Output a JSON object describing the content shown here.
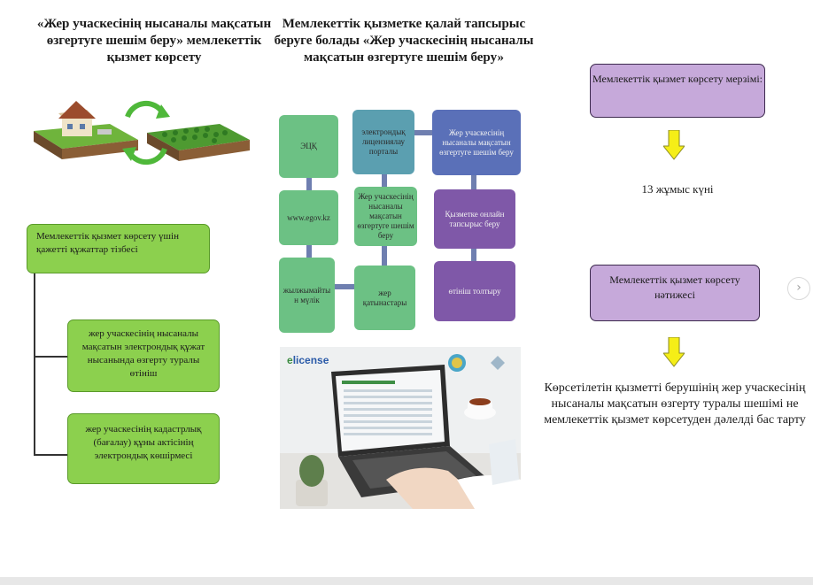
{
  "left": {
    "title": "«Жер учаскесінің нысаналы мақсатын өзгертуге шешім беру» мемлекеттік қызмет көрсету",
    "docs_box": "Мемлекеттік қызмет көрсету үшін қажетті құжаттар тізбесі",
    "doc_items": [
      "жер учаскесінің нысаналы мақсатын электрондық құжат нысанында өзгерту туралы өтініш",
      "жер учаскесінің кадастрлық (бағалау) құны актісінің электрондық көшірмесі"
    ]
  },
  "middle": {
    "title": "Мемлекеттік қызметке қалай тапсырыс беруге болады «Жер учаскесінің нысаналы мақсатын өзгертуге шешім беру»",
    "tiles": {
      "ecq": "ЭЦҚ",
      "egov": "www.egov.kz",
      "property": "жылжымайты н мүлік",
      "license_portal": "электрондық лицензиялау порталы",
      "service_center": "Жер учаскесінің нысаналы мақсатын өзгертуге шешім беру",
      "land_users": "жер қатынастары",
      "service_top": "Жер учаскесінің нысаналы мақсатын өзгертуге шешім беру",
      "order_online": "Қызметке онлайн тапсырыс беру",
      "fill_application": "өтініш толтыру"
    },
    "photo": {
      "logo": "elicense",
      "logo_prefix": "e",
      "logo_rest": "license"
    }
  },
  "right": {
    "term_box": "Мемлекеттік қызмет көрсету мерзімі:",
    "term_value": "13 жұмыс күні",
    "result_box": "Мемлекеттік қызмет көрсету нәтижесі",
    "result_desc": "Көрсетілетін қызметті берушінің жер учаскесінің нысаналы мақсатын өзгерту туралы шешімі не мемлекеттік қызмет көрсетуден дәлелді бас тарту"
  },
  "nav": {
    "next_icon": "chevron-right-icon",
    "glyph": "›"
  },
  "colors": {
    "green_box": "#8cd04e",
    "purple_box": "#c6a9da",
    "arrow_yellow": "#f5ee17",
    "tile_green": "#6cc184",
    "tile_teal": "#5b9fb0",
    "tile_blue": "#5a70b8",
    "tile_purple": "#7f58a8"
  }
}
